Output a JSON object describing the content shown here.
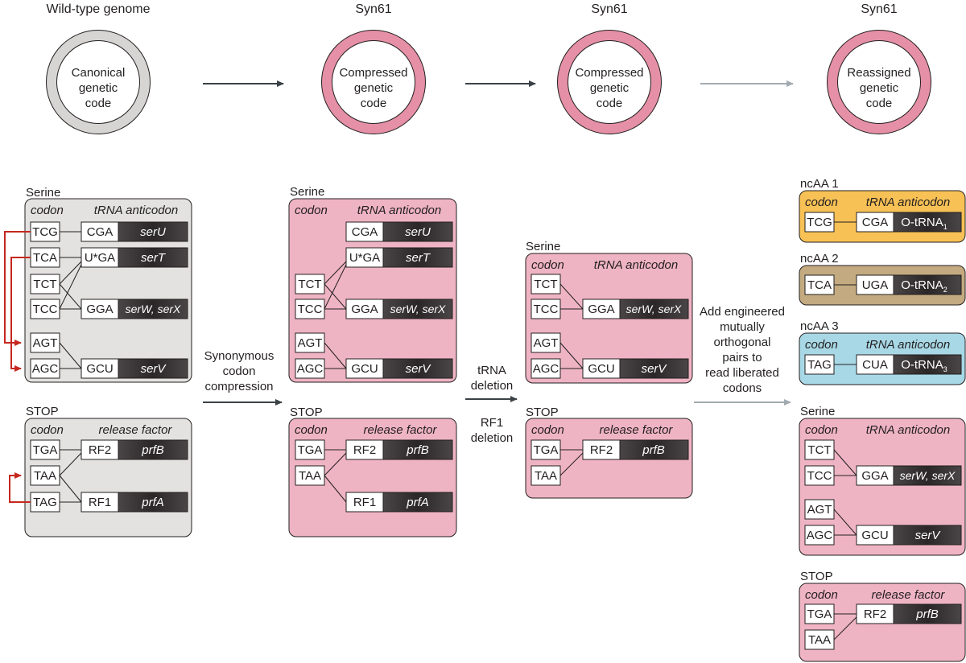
{
  "header": {
    "stages": [
      {
        "title": "Wild-type genome",
        "ring_lines": [
          "Canonical",
          "genetic",
          "code"
        ],
        "ring_color": "#d6d5d3"
      },
      {
        "title": "Syn61",
        "ring_lines": [
          "Compressed",
          "genetic",
          "code"
        ],
        "ring_color": "#e590a6"
      },
      {
        "title": "Syn61",
        "ring_lines": [
          "Compressed",
          "genetic",
          "code"
        ],
        "ring_color": "#e590a6"
      },
      {
        "title": "Syn61",
        "ring_lines": [
          "Reassigned",
          "genetic",
          "code"
        ],
        "ring_color": "#e590a6"
      }
    ]
  },
  "steps": {
    "compression": [
      "Synonymous",
      "codon",
      "compression"
    ],
    "trna_deletion": [
      "tRNA",
      "deletion"
    ],
    "rf1_deletion": [
      "RF1",
      "deletion"
    ],
    "add_pairs": [
      "Add engineered",
      "mutually",
      "orthogonal",
      "pairs to",
      "read liberated",
      "codons"
    ]
  },
  "colors": {
    "grey_panel": "#e3e2e0",
    "pink_panel": "#efb4c3",
    "yellow_panel": "#f7c155",
    "tan_panel": "#c3aa80",
    "blue_panel": "#a8d8e6",
    "gene_bar": "#2f2b2c",
    "red_arrow": "#c6281e",
    "dark_arrow": "#3b4246",
    "light_arrow": "#a2abb1"
  },
  "headers": {
    "codon": "codon",
    "trna_anticodon": "tRNA anticodon",
    "release_factor": "release factor"
  },
  "wild_type": {
    "serine": {
      "label": "Serine",
      "codons": [
        "TCG",
        "TCA",
        "TCT",
        "TCC",
        "AGT",
        "AGC"
      ],
      "anticodons": [
        "CGA",
        "U*GA",
        "GGA",
        "GCU"
      ],
      "genes": [
        "serU",
        "serT",
        "serW, serX",
        "serV"
      ]
    },
    "stop": {
      "label": "STOP",
      "codons": [
        "TGA",
        "TAA",
        "TAG"
      ],
      "factors": [
        "RF2",
        "RF1"
      ],
      "genes": [
        "prfB",
        "prfA"
      ]
    }
  },
  "syn61_compressed": {
    "serine": {
      "label": "Serine",
      "codons": [
        "TCT",
        "TCC",
        "AGT",
        "AGC"
      ],
      "anticodons": [
        "CGA",
        "U*GA",
        "GGA",
        "GCU"
      ],
      "genes": [
        "serU",
        "serT",
        "serW, serX",
        "serV"
      ]
    },
    "stop": {
      "label": "STOP",
      "codons": [
        "TGA",
        "TAA"
      ],
      "factors": [
        "RF2",
        "RF1"
      ],
      "genes": [
        "prfB",
        "prfA"
      ]
    }
  },
  "syn61_deleted": {
    "serine": {
      "label": "Serine",
      "codons": [
        "TCT",
        "TCC",
        "AGT",
        "AGC"
      ],
      "anticodons": [
        "GGA",
        "GCU"
      ],
      "genes": [
        "serW, serX",
        "serV"
      ]
    },
    "stop": {
      "label": "STOP",
      "codons": [
        "TGA",
        "TAA"
      ],
      "factors": [
        "RF2"
      ],
      "genes": [
        "prfB"
      ]
    }
  },
  "syn61_reassigned": {
    "ncaa": [
      {
        "label": "ncAA 1",
        "codon": "TCG",
        "anticodon": "CGA",
        "trna": "O-tRNA",
        "sub": "1"
      },
      {
        "label": "ncAA 2",
        "codon": "TCA",
        "anticodon": "UGA",
        "trna": "O-tRNA",
        "sub": "2"
      },
      {
        "label": "ncAA 3",
        "codon": "TAG",
        "anticodon": "CUA",
        "trna": "O-tRNA",
        "sub": "3"
      }
    ],
    "serine": {
      "label": "Serine",
      "codons": [
        "TCT",
        "TCC",
        "AGT",
        "AGC"
      ],
      "anticodons": [
        "GGA",
        "GCU"
      ],
      "genes": [
        "serW, serX",
        "serV"
      ]
    },
    "stop": {
      "label": "STOP",
      "codons": [
        "TGA",
        "TAA"
      ],
      "factors": [
        "RF2"
      ],
      "genes": [
        "prfB"
      ]
    }
  }
}
